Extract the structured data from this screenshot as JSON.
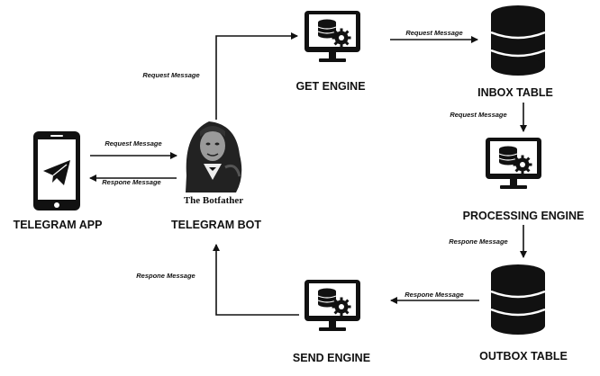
{
  "nodes": {
    "telegram_app": {
      "label": "TELEGRAM APP",
      "icon": "smartphone-telegram-icon"
    },
    "telegram_bot": {
      "label": "TELEGRAM BOT",
      "caption": "The Botfather",
      "icon": "botfather-icon"
    },
    "get_engine": {
      "label": "GET ENGINE",
      "icon": "monitor-database-gear-icon"
    },
    "inbox_table": {
      "label": "INBOX TABLE",
      "icon": "database-icon"
    },
    "processing_engine": {
      "label": "PROCESSING ENGINE",
      "icon": "monitor-database-gear-icon"
    },
    "outbox_table": {
      "label": "OUTBOX TABLE",
      "icon": "database-icon"
    },
    "send_engine": {
      "label": "SEND ENGINE",
      "icon": "monitor-database-gear-icon"
    }
  },
  "edges": {
    "app_to_bot": "Request Message",
    "bot_to_app": "Respone Message",
    "bot_to_get": "Request Message",
    "get_to_inbox": "Request Message",
    "inbox_to_processing": "Request Message",
    "processing_to_outbox": "Respone Message",
    "outbox_to_send": "Respone Message",
    "send_to_bot": "Respone Message"
  }
}
